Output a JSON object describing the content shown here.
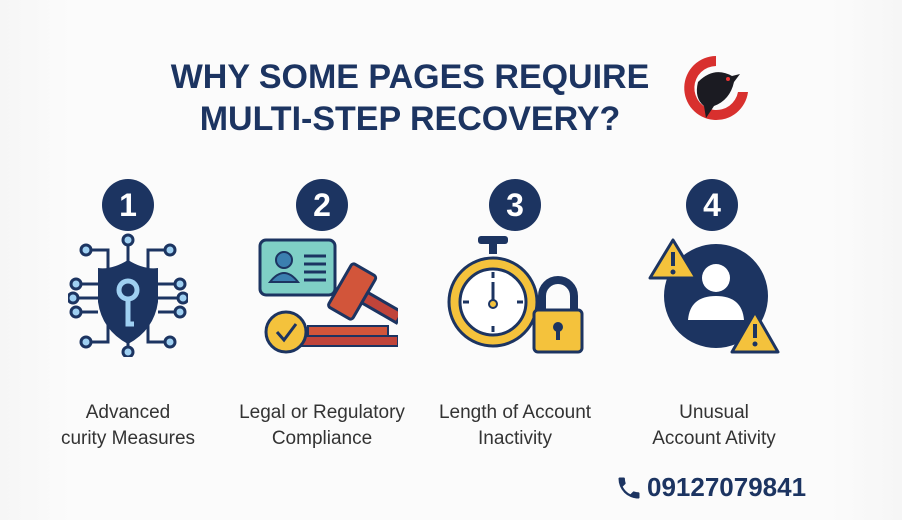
{
  "title": {
    "line1": "WHY SOME PAGES REQUIRE",
    "line2": "MULTI-STEP RECOVERY?"
  },
  "steps": [
    {
      "number": "1",
      "line1": "Advanced",
      "line2": "curity Measures",
      "icon": "shield-key-icon"
    },
    {
      "number": "2",
      "line1": "Legal or Regulatory",
      "line2": "Compliance",
      "icon": "id-card-gavel-icon"
    },
    {
      "number": "3",
      "line1": "Length of Account",
      "line2": "Inactivity",
      "icon": "stopwatch-lock-icon"
    },
    {
      "number": "4",
      "line1": "Unusual",
      "line2": "Account Ativity",
      "icon": "user-warning-icon"
    }
  ],
  "contact": {
    "phone": "09127079841"
  },
  "colors": {
    "navy": "#1c3461",
    "yellow": "#f4c23c",
    "red": "#d2553a",
    "teal": "#7fcfc6"
  }
}
